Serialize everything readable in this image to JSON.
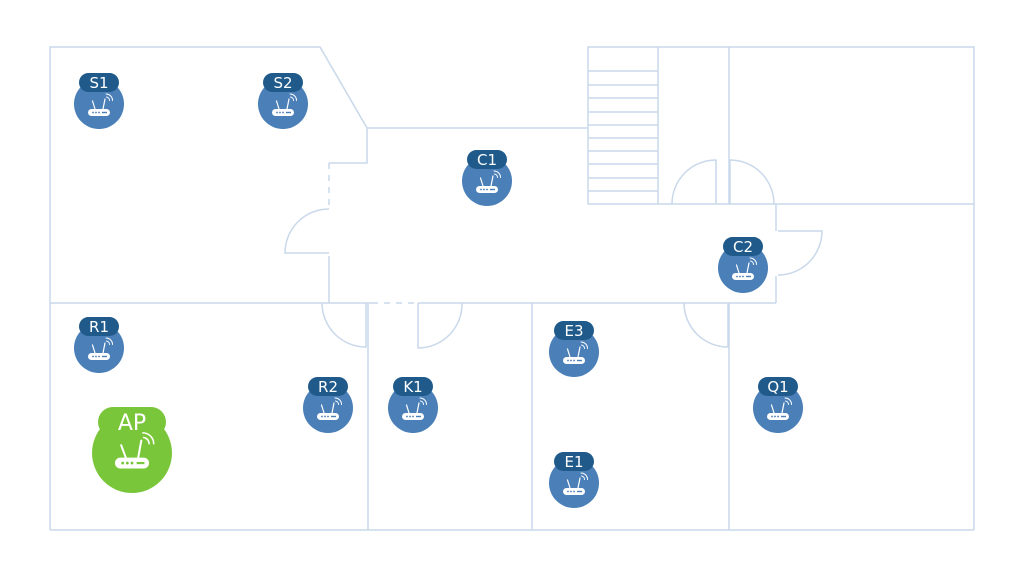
{
  "colors": {
    "wall": "#c9d8ea",
    "node": "#4a7fb8",
    "node_label_bg": "#1f5a8a",
    "ap": "#7ac63a",
    "ap_inner": "#ffffff"
  },
  "access_point": {
    "label": "AP",
    "icon": "router-icon"
  },
  "nodes": [
    {
      "id": "S1",
      "label": "S1",
      "icon": "router-icon"
    },
    {
      "id": "S2",
      "label": "S2",
      "icon": "router-icon"
    },
    {
      "id": "C1",
      "label": "C1",
      "icon": "router-icon"
    },
    {
      "id": "C2",
      "label": "C2",
      "icon": "router-icon"
    },
    {
      "id": "R1",
      "label": "R1",
      "icon": "router-icon"
    },
    {
      "id": "R2",
      "label": "R2",
      "icon": "router-icon"
    },
    {
      "id": "K1",
      "label": "K1",
      "icon": "router-icon"
    },
    {
      "id": "E3",
      "label": "E3",
      "icon": "router-icon"
    },
    {
      "id": "E1",
      "label": "E1",
      "icon": "router-icon"
    },
    {
      "id": "Q1",
      "label": "Q1",
      "icon": "router-icon"
    }
  ]
}
